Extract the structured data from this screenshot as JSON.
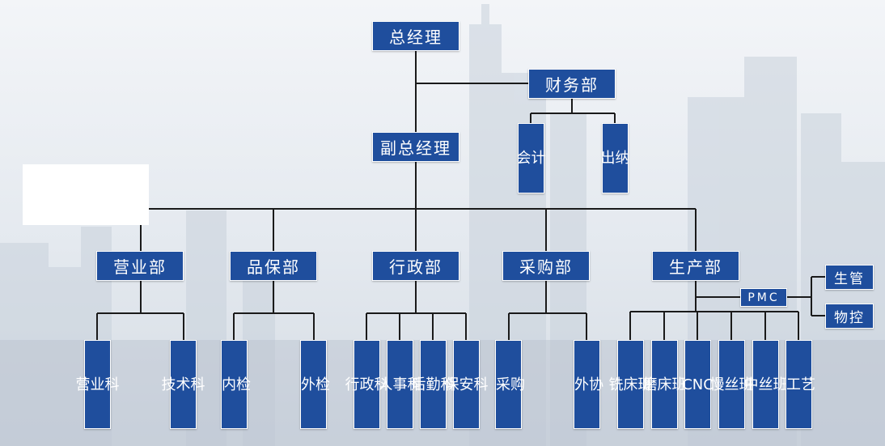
{
  "diagram": {
    "top": "总经理",
    "finance": {
      "label": "财务部",
      "children": [
        "会计",
        "出纳"
      ]
    },
    "deputy": "副总经理",
    "departments": [
      {
        "label": "营业部",
        "children": [
          "营业科",
          "技术科"
        ]
      },
      {
        "label": "品保部",
        "children": [
          "内检",
          "外检"
        ]
      },
      {
        "label": "行政部",
        "children": [
          "行政科",
          "人事科",
          "后勤科",
          "保安科"
        ]
      },
      {
        "label": "采购部",
        "children": [
          "采购",
          "外协"
        ]
      },
      {
        "label": "生产部",
        "children": [
          "铣床班",
          "磨床班",
          "CNC",
          "慢丝班",
          "中丝班",
          "工艺"
        ]
      }
    ],
    "pmc": {
      "label": "PMC",
      "children": [
        "生管",
        "物控"
      ]
    }
  },
  "colors": {
    "node_fill": "#1f4e9d",
    "node_border": "#ffffff",
    "line": "#1a1a1a"
  }
}
